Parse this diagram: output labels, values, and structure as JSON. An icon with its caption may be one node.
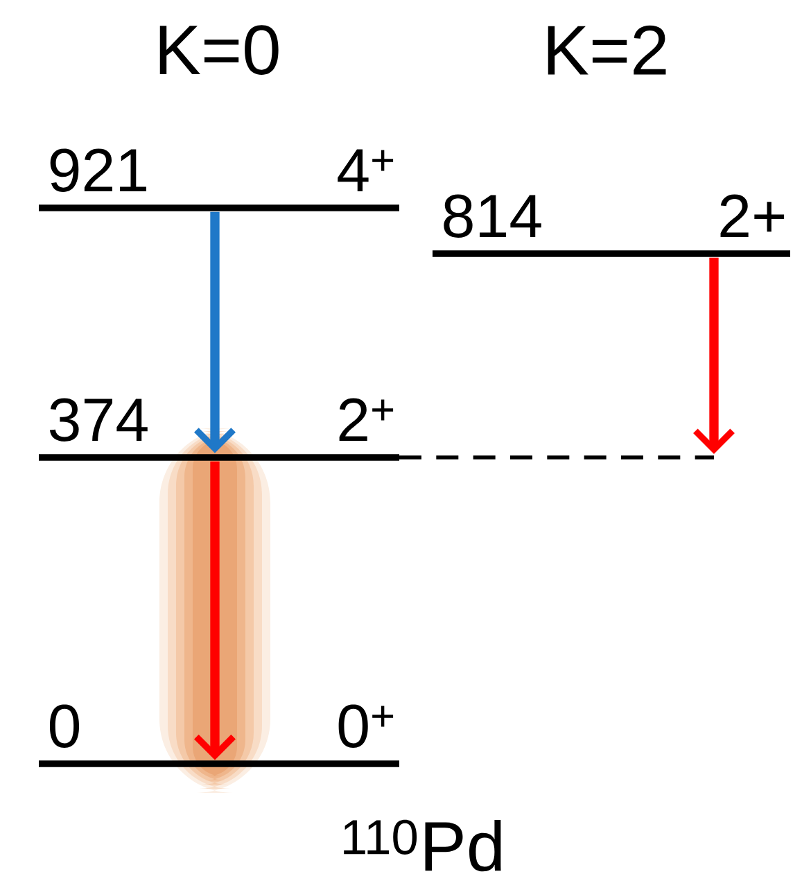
{
  "diagram": {
    "nodes": [
      {
        "text": [
          "921",
          "4$^{+}$"
        ]
      },
      {
        "text": [
          "814",
          "2+"
        ]
      },
      {
        "text": [
          "374",
          "2$^{+}$"
        ]
      },
      {
        "text": [],
        "shape": "bar"
      },
      {
        "text": [
          "0",
          "0$^{+}$"
        ]
      }
    ],
    "edges": [
      {
        "from": 0,
        "to": 2,
        "arrow": "to",
        "color": "#1f78c8"
      },
      {
        "from": 1,
        "to": 3,
        "arrow": "to"
      },
      {
        "from": 2,
        "to": 4,
        "arrow": "to"
      }
    ],
    "labels": [
      "K=0",
      "K=2",
      "$^{110}$Pd"
    ]
  }
}
